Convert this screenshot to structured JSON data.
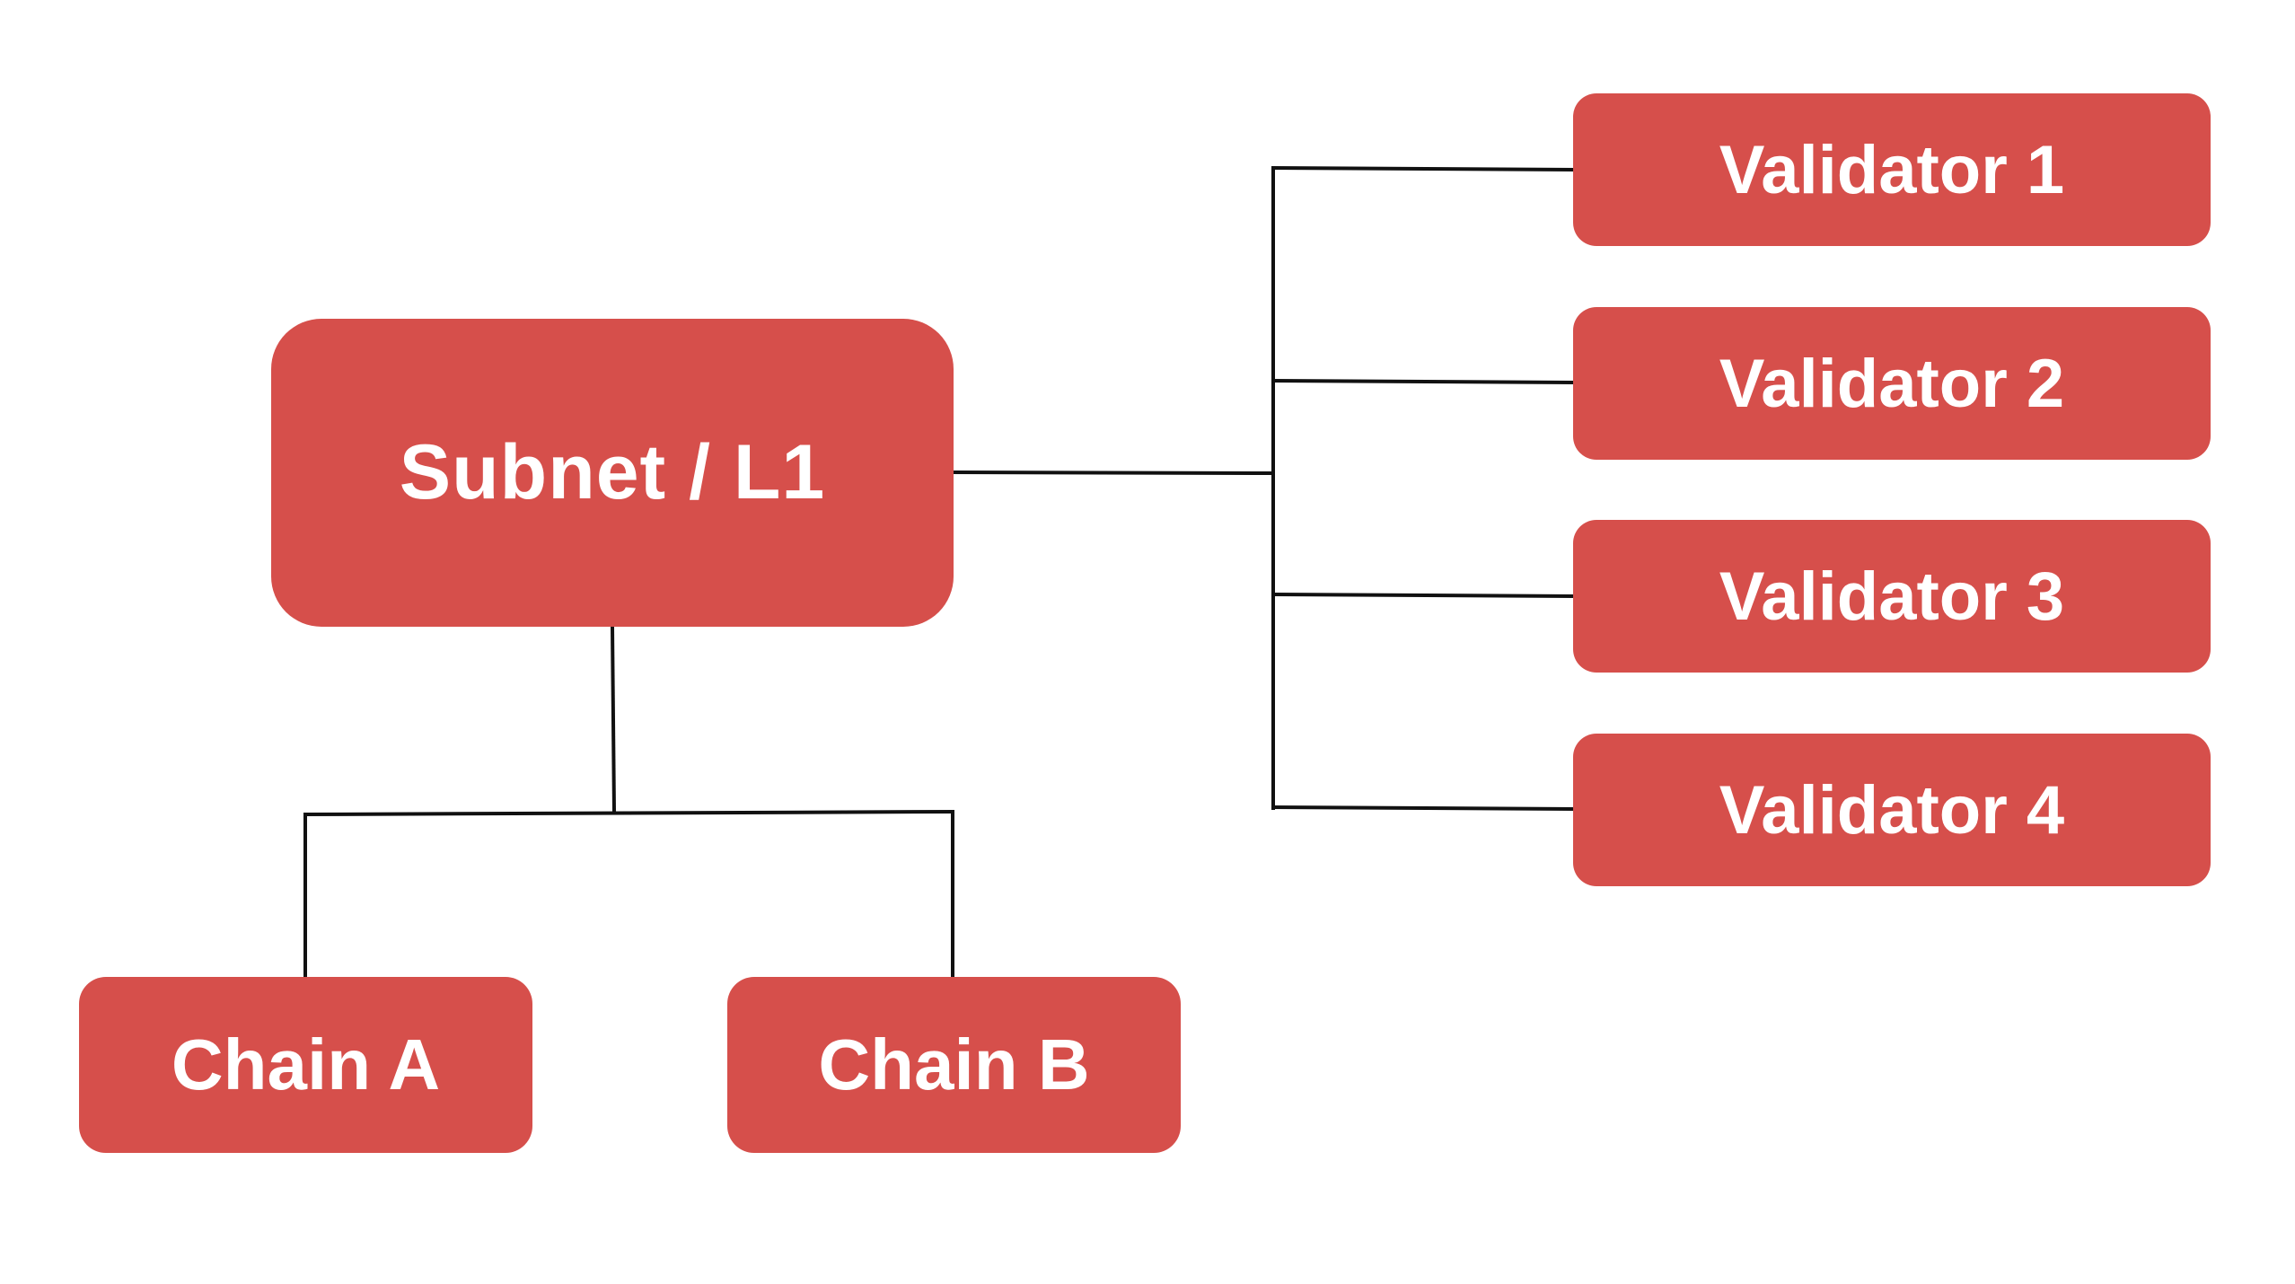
{
  "colors": {
    "node_fill": "#d64f4b",
    "node_text": "#ffffff",
    "connector": "#111111",
    "background": "#ffffff"
  },
  "diagram": {
    "root": {
      "label": "Subnet / L1"
    },
    "validators": [
      {
        "label": "Validator 1"
      },
      {
        "label": "Validator 2"
      },
      {
        "label": "Validator 3"
      },
      {
        "label": "Validator 4"
      }
    ],
    "chains": [
      {
        "label": "Chain A"
      },
      {
        "label": "Chain B"
      }
    ]
  }
}
